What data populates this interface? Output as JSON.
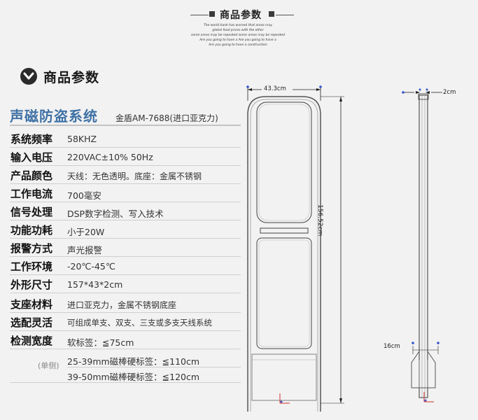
{
  "banner": {
    "title": "商品参数",
    "tagline": [
      "The world bank has warned that areas may",
      "global food prices with the other",
      "some areas may be repeated some areas may be repeated",
      "Are you going to have a Are you going to have a",
      "Are you going to have a construction"
    ]
  },
  "section": {
    "title": "商品参数"
  },
  "product": {
    "name": "声磁防盗系统",
    "model": "金盾AM-7688(进口亚克力)"
  },
  "specs": [
    {
      "label": "系统频率",
      "value": "58KHZ"
    },
    {
      "label": "输入电压",
      "value": "220VAC±10% 50Hz"
    },
    {
      "label": "产品颜色",
      "value": "天线：无色透明。底座：金属不锈钢"
    },
    {
      "label": "工作电流",
      "value": "700毫安"
    },
    {
      "label": "信号处理",
      "value": "DSP数字检测、写入技术"
    },
    {
      "label": "功能功耗",
      "value": "小于20W"
    },
    {
      "label": "报警方式",
      "value": "声光报警"
    },
    {
      "label": "工作环境",
      "value": "-20℃-45℃"
    },
    {
      "label": "外形尺寸",
      "value": "157*43*2cm"
    },
    {
      "label": "支座材料",
      "value": "进口亚克力，金属不锈钢底座"
    },
    {
      "label": "选配灵活",
      "value": "可组成单支、双支、三支或多支天线系统"
    },
    {
      "label": "检测宽度",
      "value": "软标签：≦75cm"
    }
  ],
  "detection_extra": {
    "note": "(单侧)",
    "lines": [
      "25-39mm磁棒硬标签：≦110cm",
      "39-50mm磁棒硬标签：≦120cm"
    ]
  },
  "drawing": {
    "front_width": "43.3cm",
    "front_height": "156.52cm",
    "side_width": "2cm",
    "base_width": "16cm"
  },
  "colors": {
    "title_blue": "#3f72a6",
    "dim_red": "#d33333",
    "dim_blue": "#3355cc"
  }
}
